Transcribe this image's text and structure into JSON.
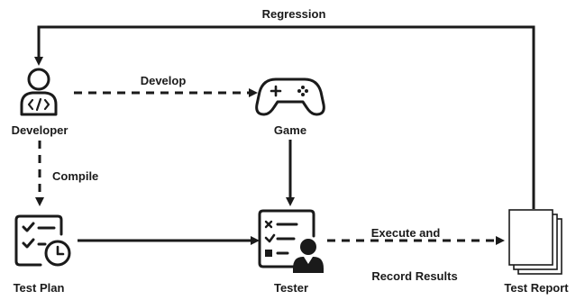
{
  "nodes": {
    "developer": "Developer",
    "game": "Game",
    "test_plan": "Test Plan",
    "tester": "Tester",
    "test_report": "Test Report"
  },
  "edges": {
    "regression": "Regression",
    "develop": "Develop",
    "compile": "Compile",
    "execute_line1": "Execute and",
    "execute_line2": "Record Results"
  },
  "icons": {
    "developer": "developer-code-icon",
    "game": "gamepad-icon",
    "test_plan": "checklist-clock-icon",
    "tester": "checklist-person-icon",
    "test_report": "document-stack-icon"
  },
  "colors": {
    "ink": "#1a1a1a",
    "background": "#ffffff"
  }
}
